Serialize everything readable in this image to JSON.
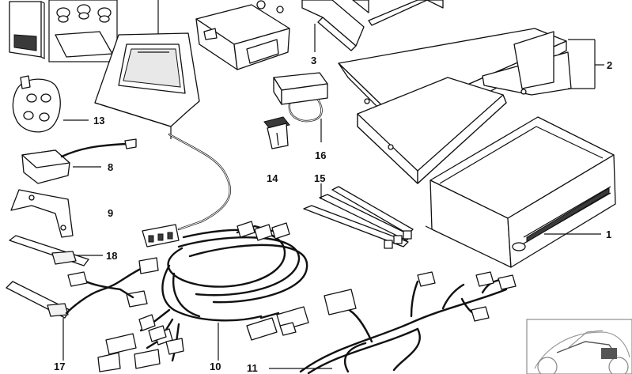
{
  "callouts": {
    "p1": "1",
    "p2": "2",
    "p3": "3",
    "p8": "8",
    "p9": "9",
    "p10": "10",
    "p11": "11",
    "p13": "13",
    "p14": "14",
    "p15": "15",
    "p16": "16",
    "p17": "17",
    "p18": "18"
  }
}
